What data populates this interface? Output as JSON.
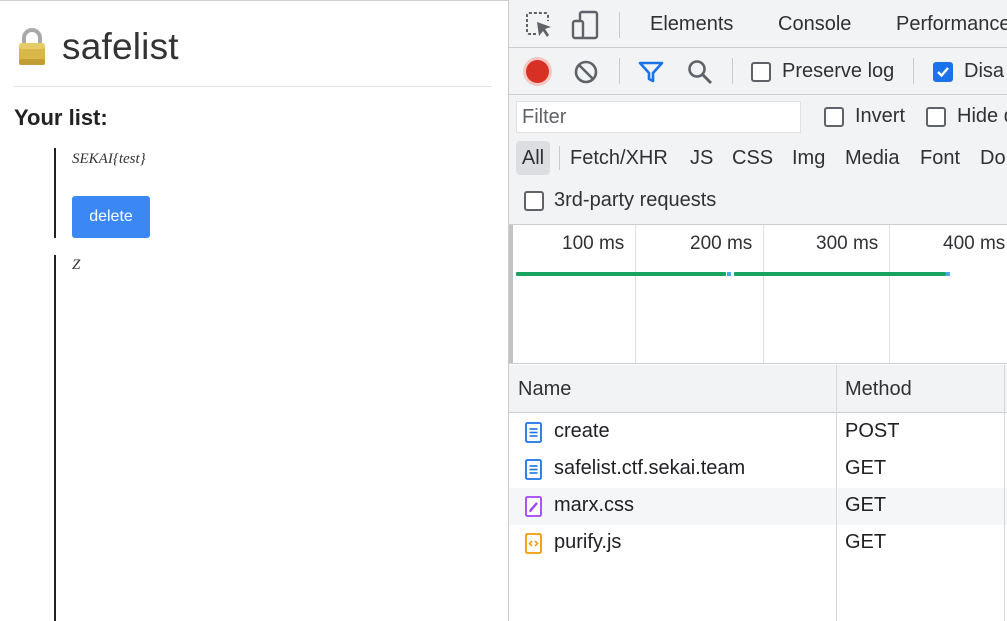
{
  "page": {
    "title": "safelist",
    "list_heading": "Your list:",
    "notes": [
      {
        "text": "SEKAI{test}",
        "button": "delete"
      },
      {
        "text": "Z"
      }
    ]
  },
  "devtools": {
    "tabs": [
      "Elements",
      "Console",
      "Performance"
    ],
    "toolbar": {
      "preserve_log_label": "Preserve log",
      "preserve_log_checked": false,
      "disable_cache_label": "Disa",
      "disable_cache_checked": true
    },
    "filter": {
      "placeholder": "Filter",
      "invert_label": "Invert",
      "hide_label": "Hide d",
      "types": [
        "All",
        "Fetch/XHR",
        "JS",
        "CSS",
        "Img",
        "Media",
        "Font",
        "Do"
      ],
      "selected_type": "All",
      "third_party_label": "3rd-party requests"
    },
    "overview": {
      "ticks": [
        "100 ms",
        "200 ms",
        "300 ms",
        "400 ms"
      ]
    },
    "table": {
      "columns": [
        "Name",
        "Method"
      ],
      "rows": [
        {
          "name": "create",
          "method": "POST",
          "icon": "document-icon"
        },
        {
          "name": "safelist.ctf.sekai.team",
          "method": "GET",
          "icon": "document-icon"
        },
        {
          "name": "marx.css",
          "method": "GET",
          "icon": "stylesheet-icon"
        },
        {
          "name": "purify.js",
          "method": "GET",
          "icon": "script-icon"
        }
      ]
    },
    "colors": {
      "record": "#d93025",
      "accent": "#1a73e8",
      "timeline_bar": "#1aa260"
    }
  }
}
